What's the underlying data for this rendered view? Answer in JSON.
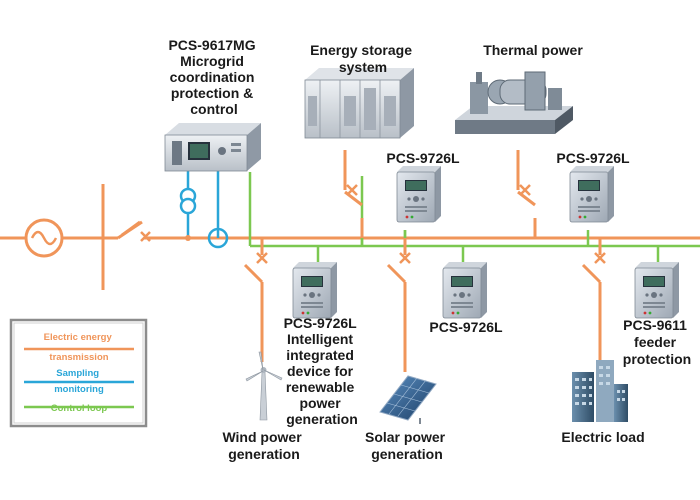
{
  "colors": {
    "energy": "#f0955a",
    "sampling": "#2aa6d8",
    "control": "#7cc850"
  },
  "labels": {
    "pcs9617": [
      "PCS-9617MG",
      "Microgrid",
      "coordination",
      "protection &",
      "control"
    ],
    "storage": [
      "Energy storage",
      "system"
    ],
    "thermal": "Thermal power",
    "pcs9726_top_a": "PCS-9726L",
    "pcs9726_top_b": "PCS-9726L",
    "pcs9726_wind": [
      "PCS-9726L",
      "Intelligent",
      "integrated",
      "device for",
      "renewable",
      "power",
      "generation"
    ],
    "pcs9726_solar": "PCS-9726L",
    "pcs9611": [
      "PCS-9611",
      "feeder",
      "protection"
    ],
    "wind": [
      "Wind power",
      "generation"
    ],
    "solar": [
      "Solar power",
      "generation"
    ],
    "load": "Electric load"
  },
  "legend": {
    "items": [
      {
        "label": [
          "Electric energy",
          "transmission"
        ],
        "color": "#f0955a"
      },
      {
        "label": [
          "Sampling",
          "monitoring"
        ],
        "color": "#2aa6d8"
      },
      {
        "label": [
          "Control loop"
        ],
        "color": "#7cc850"
      }
    ]
  },
  "icons": [
    "generator-icon",
    "circuit-breaker-icon",
    "current-transformer-icon",
    "voltage-transformer-icon",
    "relay-device-icon",
    "wind-turbine-icon",
    "solar-panel-icon",
    "building-icon",
    "battery-cabinet-icon",
    "thermal-plant-icon"
  ]
}
